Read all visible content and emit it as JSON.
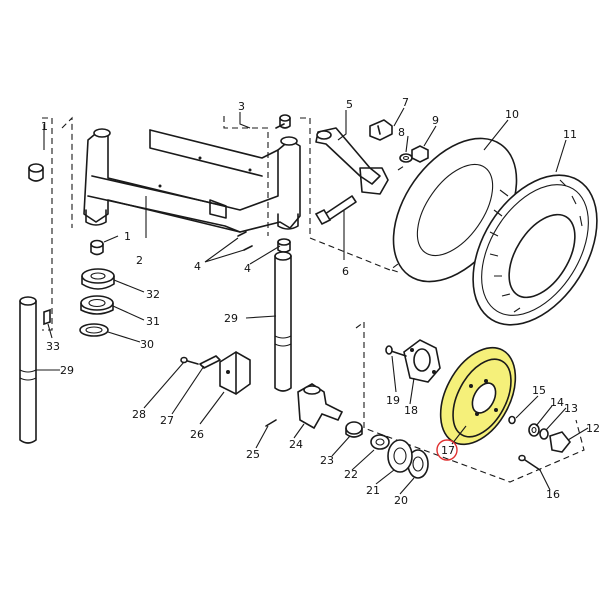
{
  "colors": {
    "highlight": "#f5f07a",
    "highlight_ring": "#e03030",
    "ink": "#1a1a1a"
  },
  "labels": {
    "p1a": "1",
    "p1b": "1",
    "p2": "2",
    "p3": "3",
    "p4a": "4",
    "p4b": "4",
    "p5": "5",
    "p6": "6",
    "p7": "7",
    "p8": "8",
    "p9": "9",
    "p10": "10",
    "p11": "11",
    "p12": "12",
    "p13": "13",
    "p14": "14",
    "p15": "15",
    "p16": "16",
    "p17": "17",
    "p18": "18",
    "p19": "19",
    "p20": "20",
    "p21": "21",
    "p22": "22",
    "p23": "23",
    "p24": "24",
    "p25": "25",
    "p26": "26",
    "p27": "27",
    "p28": "28",
    "p29a": "29",
    "p29b": "29",
    "p30": "30",
    "p31": "31",
    "p32": "32",
    "p33": "33"
  },
  "highlighted_part": "17"
}
